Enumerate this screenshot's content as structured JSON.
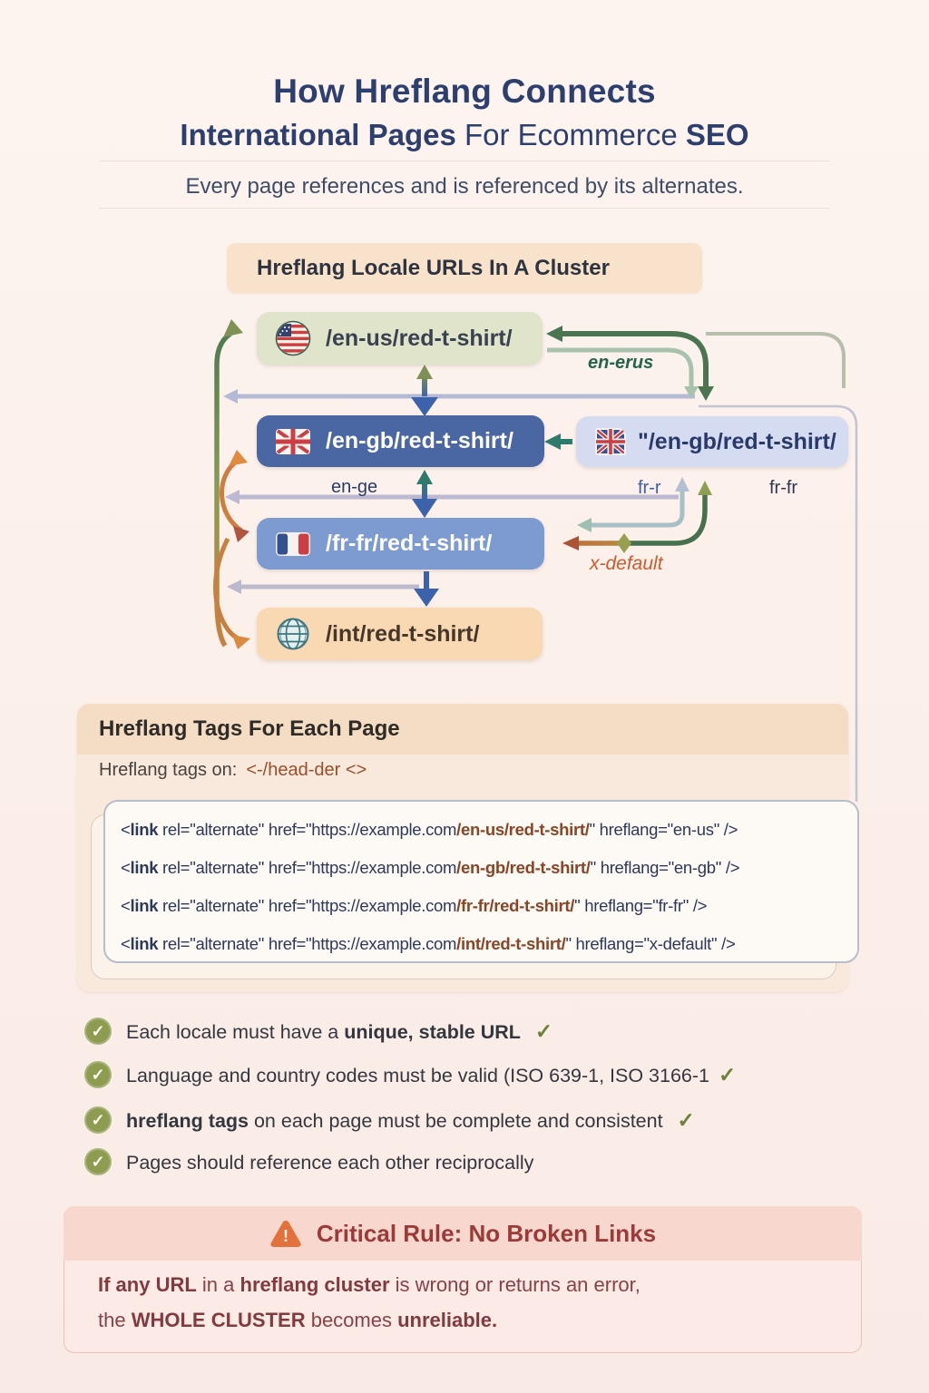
{
  "header": {
    "title_line1": "How Hreflang Connects",
    "title_line2_bold1": "International Pages",
    "title_line2_mid": " For Ecommerce ",
    "title_line2_bold2": "SEO",
    "subtitle": "Every page references and is referenced by its alternates."
  },
  "cluster": {
    "heading": "Hreflang Locale URLs In A Cluster",
    "nodes": [
      {
        "id": "en-us",
        "flag": "us-flag-icon",
        "url": "/en-us/red-t-shirt/"
      },
      {
        "id": "en-gb",
        "flag": "uk-flag-icon",
        "url": "/en-gb/red-t-shirt/"
      },
      {
        "id": "en-gb-alt",
        "flag": "uk-flag-icon",
        "url": "\"/en-gb/red-t-shirt/"
      },
      {
        "id": "fr-fr",
        "flag": "fr-flag-icon",
        "url": "/fr-fr/red-t-shirt/"
      },
      {
        "id": "int",
        "flag": "globe-icon",
        "url": "/int/red-t-shirt/"
      }
    ],
    "labels": {
      "en_erus": "en-erus",
      "en_ge": "en-ge",
      "fr_r": "fr-r",
      "fr_fr": "fr-fr",
      "x_default": "x-default"
    }
  },
  "tags_section": {
    "heading": "Hreflang Tags For Each Page",
    "intro_label": "Hreflang tags on:",
    "intro_code": "<-/head-der <>",
    "lines": [
      {
        "open": "<",
        "tag": "link",
        "pre": " rel=\"alternate\" href=\"https://example.com",
        "path": "/en-us/red-t-shirt/",
        "post": "\" hreflang=\"en-us\" />"
      },
      {
        "open": "<",
        "tag": "link",
        "pre": " rel=\"alternate\" href=\"https://example.com",
        "path": "/en-gb/red-t-shirt/",
        "post": "\" hreflang=\"en-gb\" />"
      },
      {
        "open": "<",
        "tag": "link",
        "pre": " rel=\"alternate\" href=\"https://example.com",
        "path": "/fr-fr/red-t-shirt/",
        "post": "\" hreflang=\"fr-fr\" />"
      },
      {
        "open": "<",
        "tag": "link",
        "pre": " rel=\"alternate\" href=\"https://example.com",
        "path": "/int/red-t-shirt/",
        "post": "\" hreflang=\"x-default\" />"
      }
    ]
  },
  "checklist": {
    "items": [
      {
        "pre": "Each locale must have a ",
        "bold": "unique, stable URL",
        "post": " ",
        "check": "✓"
      },
      {
        "pre": "Language and country codes must be valid (ISO 639-1, ISO 3166-1",
        "bold": "",
        "post": "",
        "check": "✓"
      },
      {
        "pre": "",
        "bold": "hreflang tags",
        "post": " on each page must be complete and consistent ",
        "check": "✓"
      },
      {
        "pre": "Pages should reference each other reciprocally",
        "bold": "",
        "post": "",
        "check": ""
      }
    ]
  },
  "critical": {
    "heading": "Critical Rule: No Broken Links",
    "warning_glyph": "!",
    "line1": {
      "b1": "If any URL",
      "r1": " in a ",
      "b2": "hreflang cluster",
      "r2": " is wrong or returns an error,"
    },
    "line2": {
      "r1": "the ",
      "b1": "WHOLE CLUSTER",
      "r2": " becomes ",
      "b2": "unreliable."
    }
  },
  "colors": {
    "title_navy": "#2d3f6e",
    "node_en_us_bg": "#e0e4cb",
    "node_en_gb_bg": "#4a67a4",
    "node_en_gb_alt_bg": "#d5dcf2",
    "node_fr_fr_bg": "#7e9bd1",
    "node_int_bg": "#f8d9b3",
    "arrow_green": "#4a7550",
    "arrow_sage": "#a9c2ad",
    "arrow_lavender": "#b4bad6",
    "arrow_blue": "#3c62ac",
    "arrow_teal": "#2e7b6e",
    "arrow_olive": "#8f9e55",
    "arrow_orange": "#d98a3e",
    "arrow_rust": "#b05540",
    "code_path_brown": "#8a4527",
    "check_olive": "#8e9c52",
    "critical_red": "#9c3a37",
    "warning_orange": "#e4713c"
  }
}
